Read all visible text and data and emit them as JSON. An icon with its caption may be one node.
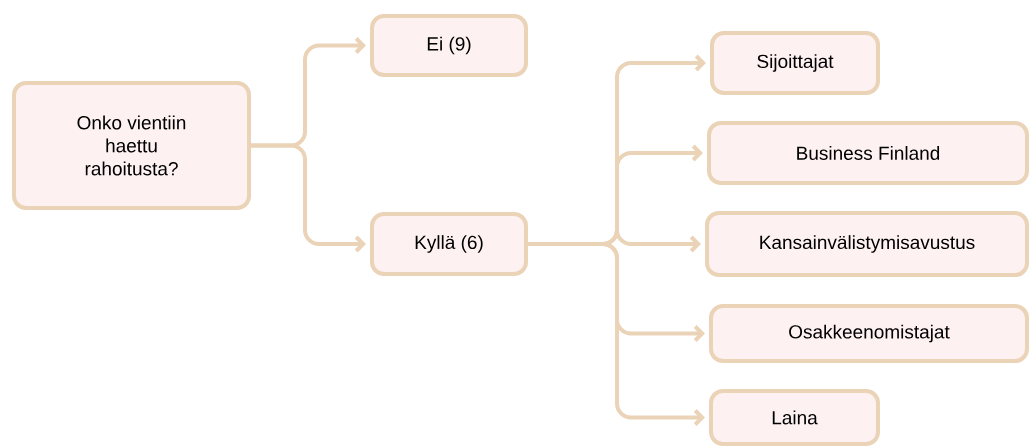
{
  "diagram": {
    "nodes": [
      {
        "text": [
          "Onko vientiin haettu rahoitusta?"
        ]
      },
      {
        "text": [
          "Ei (9)"
        ]
      },
      {
        "text": [
          "Kyllä (6)"
        ]
      },
      {
        "text": [
          "Sijoittajat"
        ]
      },
      {
        "text": [
          "Business Finland"
        ]
      },
      {
        "text": [
          "Kansainvälistymisavustus"
        ]
      },
      {
        "text": [
          "Osakkeenomistajat"
        ]
      },
      {
        "text": [
          "Laina"
        ]
      }
    ],
    "edges": [
      {
        "from": 0,
        "to": 1,
        "arrow": "to"
      },
      {
        "from": 0,
        "to": 2,
        "arrow": "to"
      },
      {
        "from": 2,
        "to": 3,
        "arrow": "to"
      },
      {
        "from": 2,
        "to": 4,
        "arrow": "to"
      },
      {
        "from": 2,
        "to": 5,
        "arrow": "to"
      },
      {
        "from": 2,
        "to": 6,
        "arrow": "to"
      },
      {
        "from": 2,
        "to": 7,
        "arrow": "to"
      }
    ]
  }
}
